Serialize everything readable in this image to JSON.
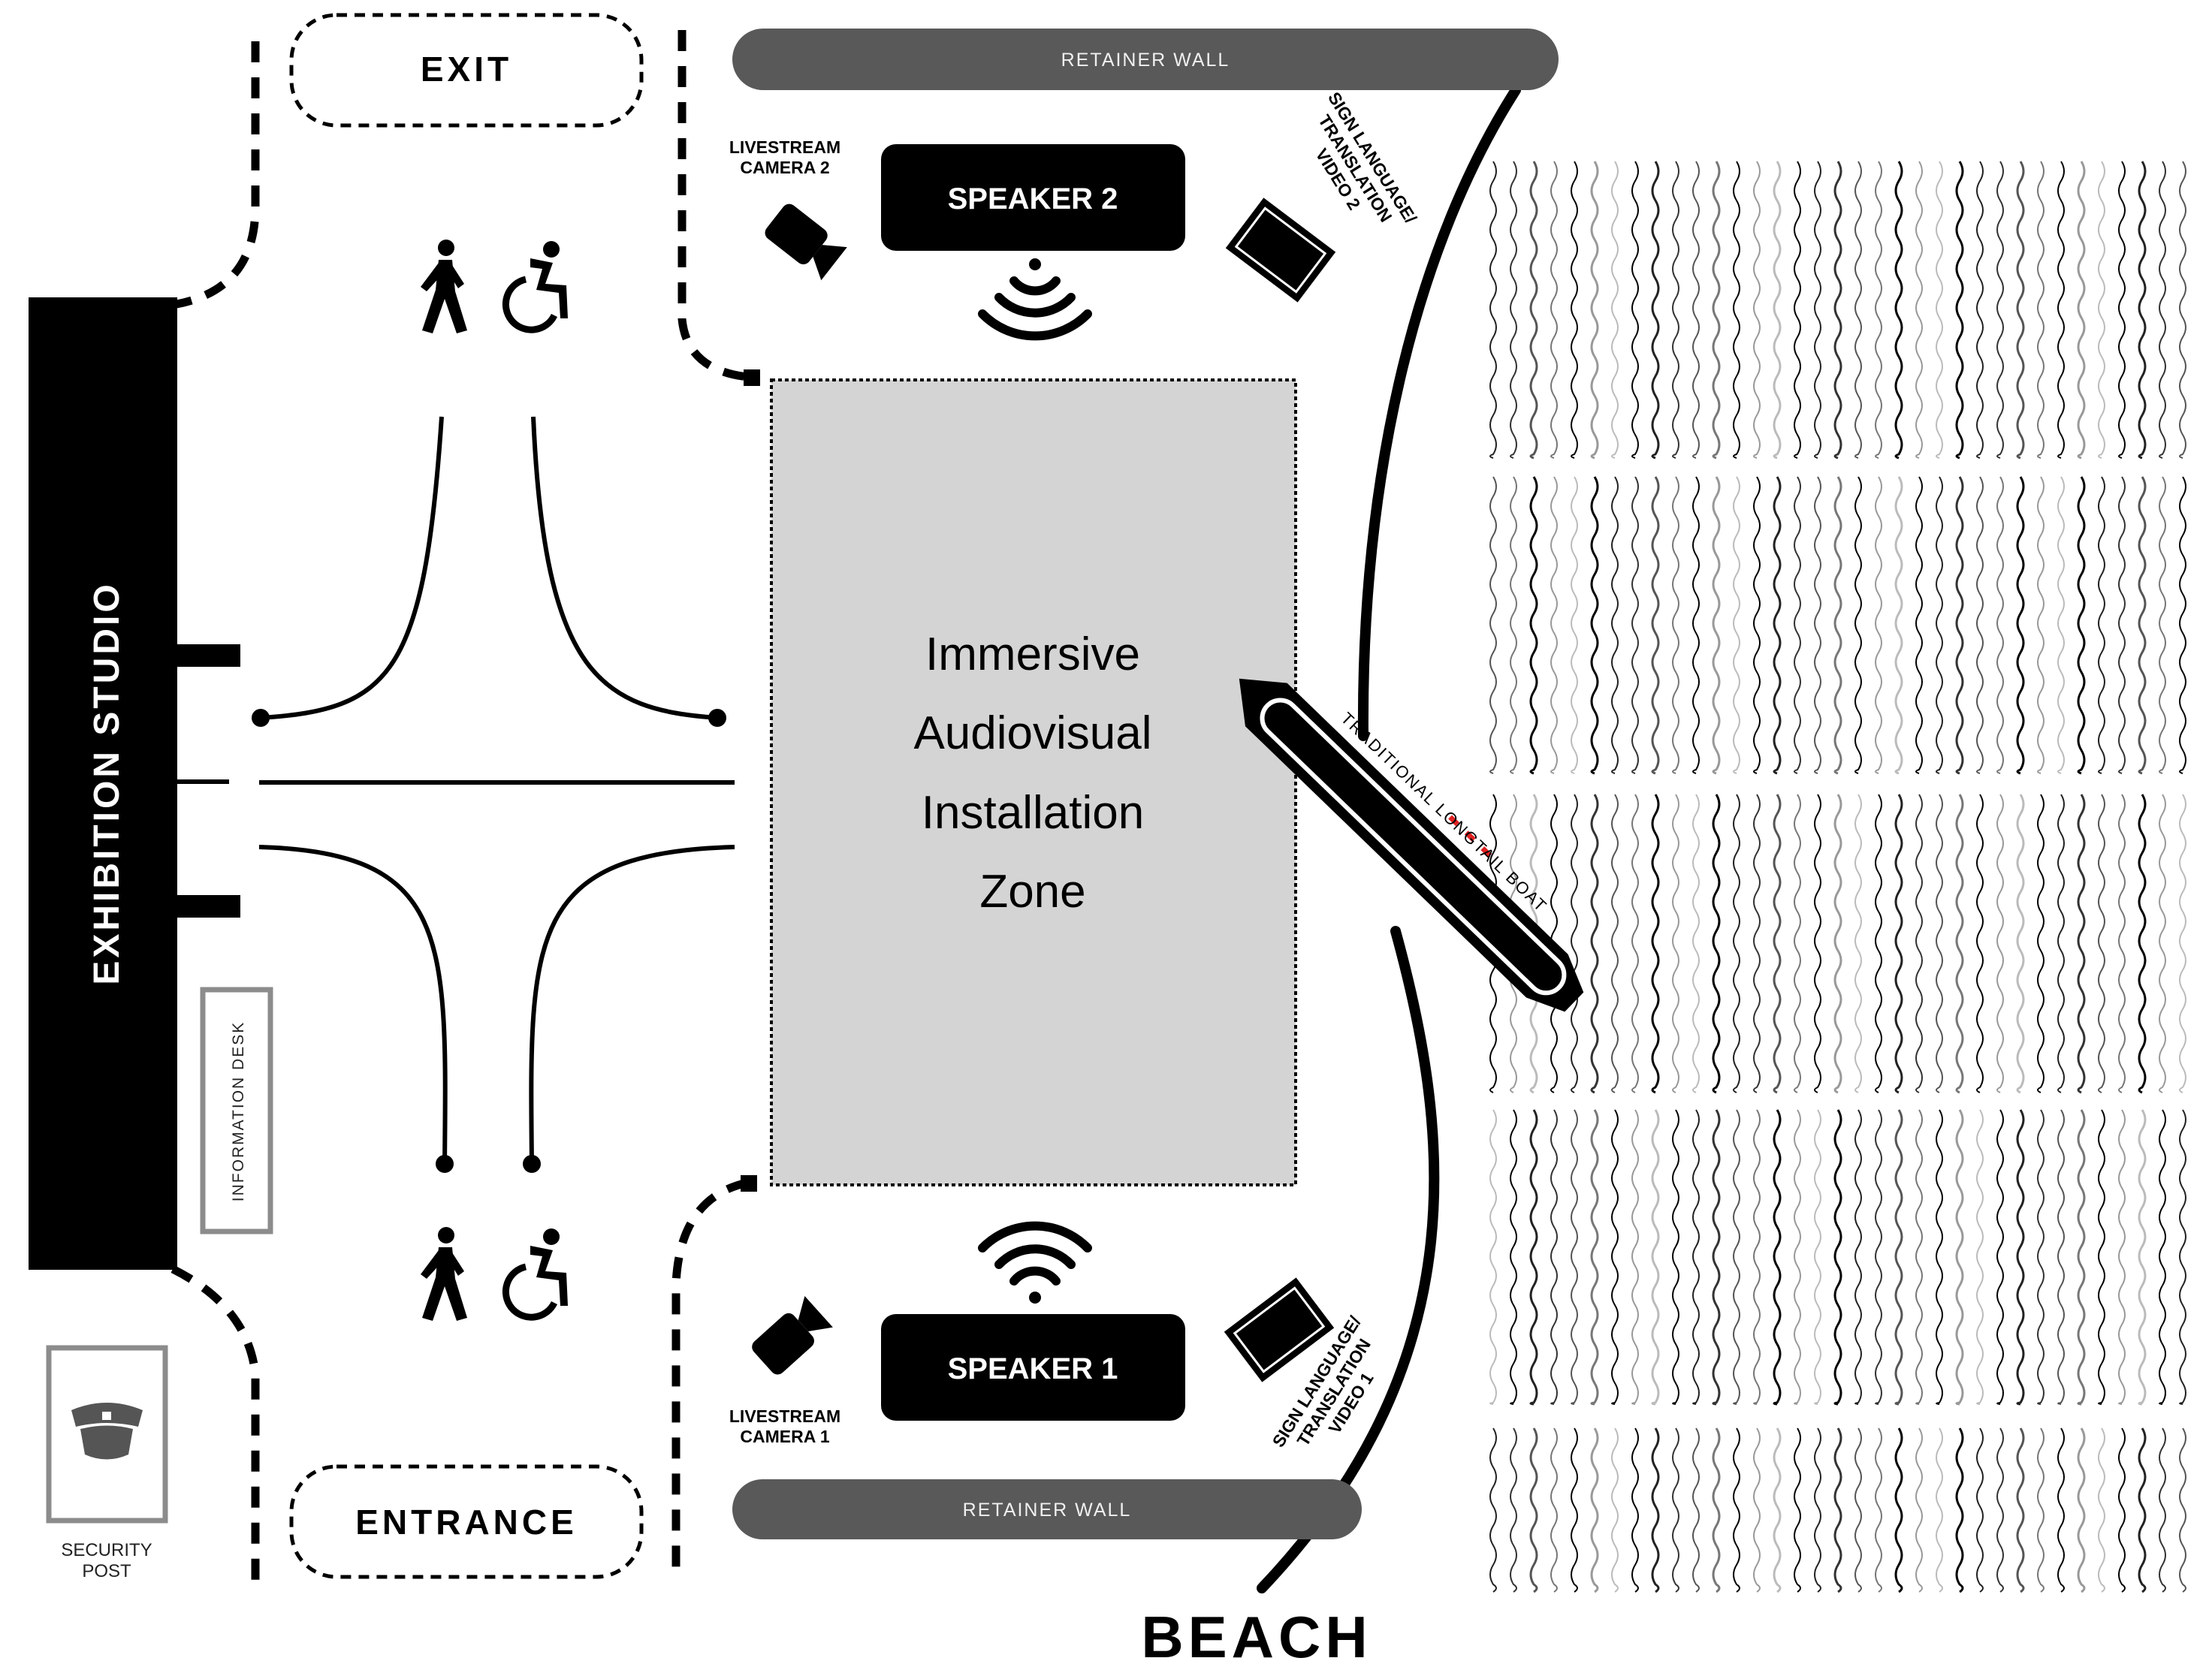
{
  "labels": {
    "exit": "EXIT",
    "entrance": "ENTRANCE",
    "exhibition_studio": "EXHIBITION STUDIO",
    "information_desk": "INFORMATION DESK",
    "security_post": [
      "SECURITY",
      "POST"
    ],
    "retainer_wall_top": "RETAINER WALL",
    "retainer_wall_bottom": "RETAINER WALL",
    "speaker_2": "SPEAKER 2",
    "speaker_1": "SPEAKER 1",
    "camera_2": [
      "LIVESTREAM",
      "CAMERA 2"
    ],
    "camera_1": [
      "LIVESTREAM",
      "CAMERA 1"
    ],
    "sign_language_2": [
      "SIGN LANGUAGE/",
      "TRANSLATION",
      "VIDEO 2"
    ],
    "sign_language_1": [
      "SIGN LANGUAGE/",
      "TRANSLATION",
      "VIDEO 1"
    ],
    "zone": [
      "Immersive",
      "Audiovisual",
      "Installation",
      "Zone"
    ],
    "boat": "TRADITIONAL LONGTAIL BOAT",
    "beach": "BEACH"
  },
  "icons": {
    "pedestrian": "pedestrian-icon",
    "wheelchair": "wheelchair-icon",
    "camera": "video-camera-icon",
    "screen": "screen-icon",
    "speaker_waves": "sound-waves-icon",
    "security": "security-guard-icon",
    "water": "water-waves-pattern"
  },
  "colors": {
    "black": "#000000",
    "wall_gray": "#595959",
    "zone_gray": "#d4d4d4",
    "frame_gray": "#8c8c8c",
    "boat_accent": "#e02020"
  }
}
